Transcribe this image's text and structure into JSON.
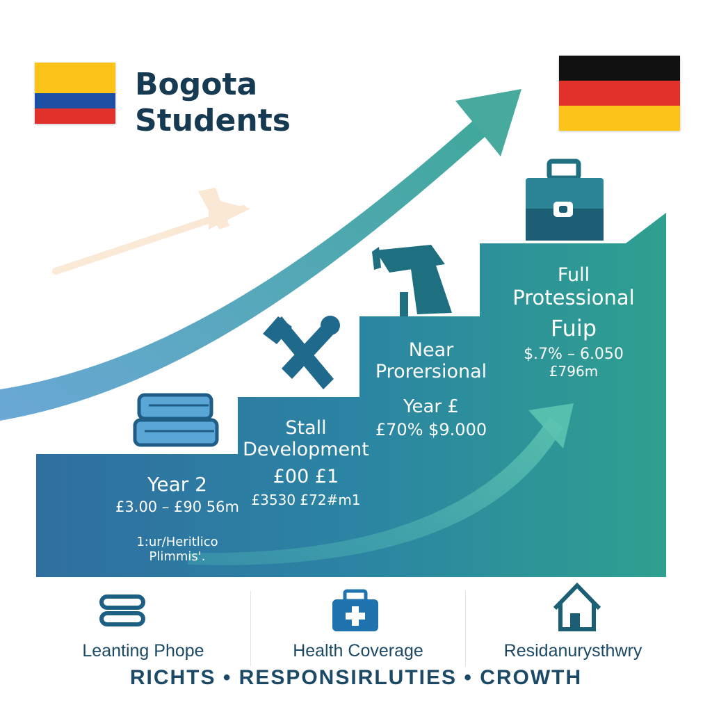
{
  "header": {
    "title_line1": "Bogota",
    "title_line2": "Students"
  },
  "flags": {
    "origin": {
      "name": "colombia-flag",
      "colors": [
        "#fcc419",
        "#1d4fa5",
        "#e0312a"
      ]
    },
    "destination": {
      "name": "germany-flag",
      "colors": [
        "#111111",
        "#e0312a",
        "#fcc419"
      ]
    }
  },
  "steps": [
    {
      "heading": "Year 2",
      "line2": "£3.00 – £90 56m",
      "line3": "1:ur/Heritlico",
      "line4": "Plimmis'."
    },
    {
      "heading_line1": "Stall",
      "heading_line2": "Development",
      "line3": "£00 £1",
      "line4": "£3530 £72#m1"
    },
    {
      "heading_line1": "Near",
      "heading_line2": "Prorersional",
      "line3": "Year  £",
      "line4": "£70%  $9.000"
    },
    {
      "heading_line1": "Full",
      "heading_line2": "Protessional",
      "line3": "Fuip",
      "line4": "$.7% – 6.050",
      "line5": "£796m"
    }
  ],
  "features": [
    {
      "label": "Leanting Phope",
      "icon": "books-icon"
    },
    {
      "label": "Health Coverage",
      "icon": "medical-kit-icon"
    },
    {
      "label": "Residanurysthwry",
      "icon": "house-icon"
    }
  ],
  "tagline": "RICHTS • RESPONSIRLUTIES • CROWTH",
  "colors": {
    "dark_text": "#163a52",
    "step_blue": "#2f78a2",
    "step_teal": "#2a9a8f",
    "arrow_start": "#6aa8d6",
    "arrow_end": "#3fa89a",
    "plane": "#f6d7b3"
  }
}
